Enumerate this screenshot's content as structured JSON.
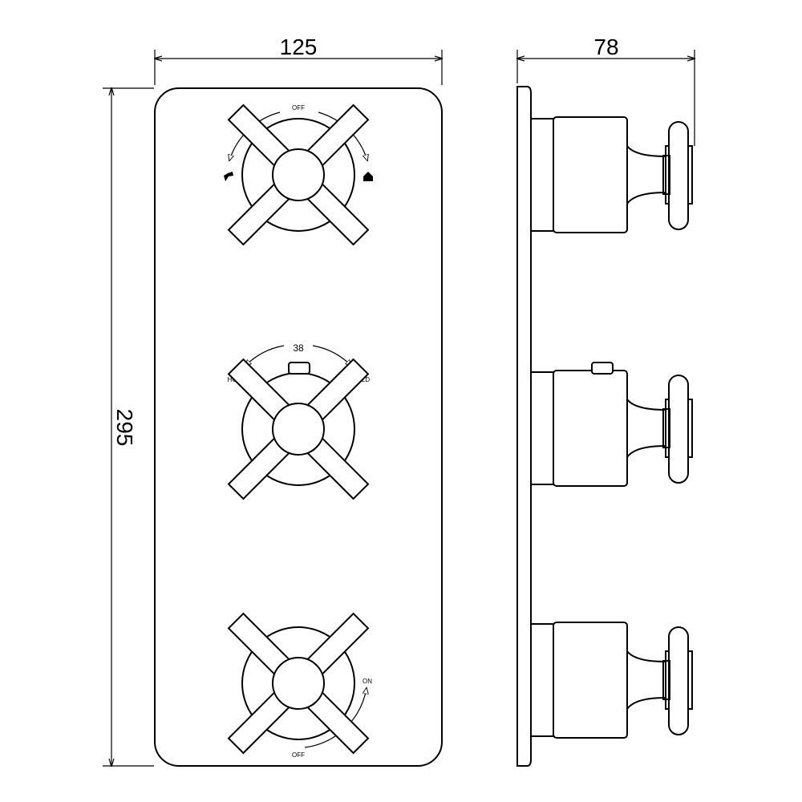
{
  "dimensions": {
    "width": "125",
    "depth": "78",
    "height": "295"
  },
  "front_view": {
    "diverter": {
      "label_off": "OFF"
    },
    "thermostat": {
      "label_temp": "38",
      "label_hot": "HOT",
      "label_cold": "COLD"
    },
    "stop_valve": {
      "label_on": "ON",
      "label_off": "OFF"
    }
  }
}
